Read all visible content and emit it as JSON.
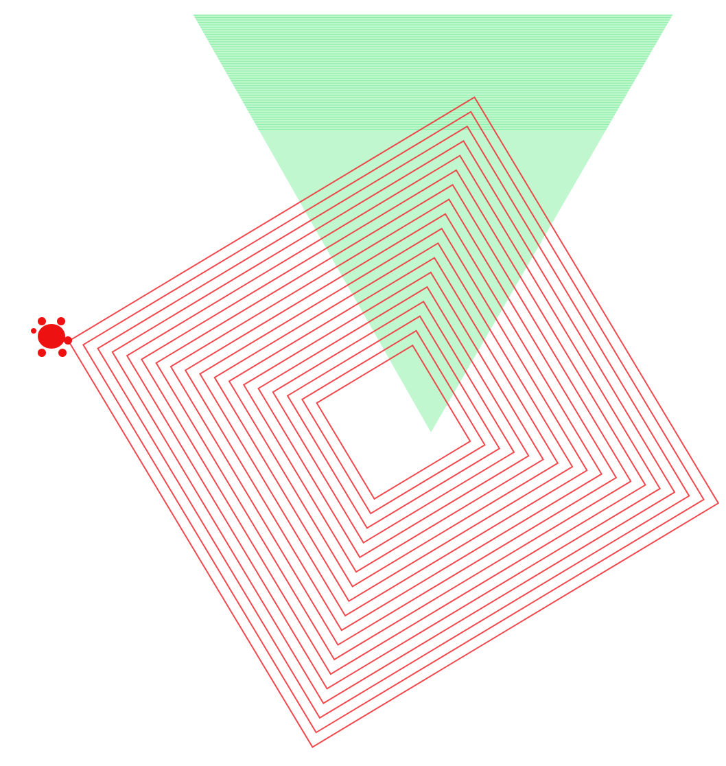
{
  "canvas": {
    "background": "#ffffff"
  },
  "triangle_spiral": {
    "color": "#8ef0a8",
    "line_count": 48
  },
  "square_spiral": {
    "color": "#f0353a",
    "ring_count": 18,
    "heading_degrees": 31
  },
  "turtle": {
    "icon": "turtle-icon",
    "color": "#ee1111"
  }
}
